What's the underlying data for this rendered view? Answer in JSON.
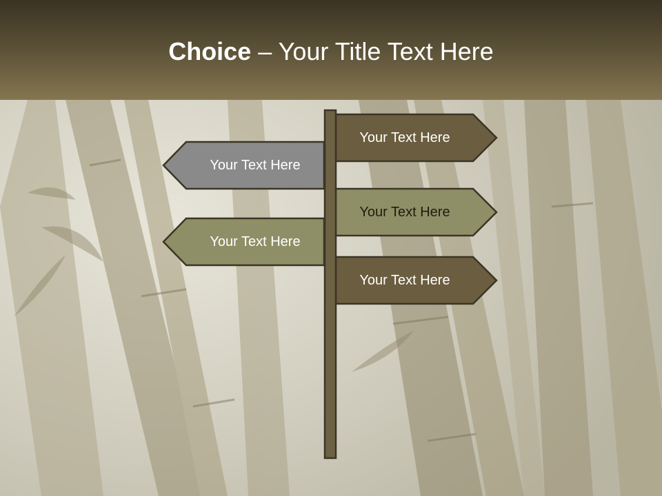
{
  "slide": {
    "title_bold": "Choice",
    "title_rest": " – Your Title Text Here"
  },
  "signpost": {
    "signs": [
      {
        "text": "Your Text Here",
        "direction": "right",
        "color": "#6b5d3f",
        "text_color": "#ffffff"
      },
      {
        "text": "Your Text Here",
        "direction": "left",
        "color": "#8a8a8a",
        "text_color": "#ffffff"
      },
      {
        "text": "Your Text Here",
        "direction": "right",
        "color": "#8f8f67",
        "text_color": "#1d1d10"
      },
      {
        "text": "Your Text Here",
        "direction": "left",
        "color": "#8f8f67",
        "text_color": "#ffffff"
      },
      {
        "text": "Your Text Here",
        "direction": "right",
        "color": "#6b5d3f",
        "text_color": "#ffffff"
      }
    ],
    "post_color": "#6e6244",
    "outline_color": "#3b3526"
  },
  "colors": {
    "header_dark": "#3a3322",
    "header_light": "#857650",
    "background": "#c9c6b6"
  }
}
